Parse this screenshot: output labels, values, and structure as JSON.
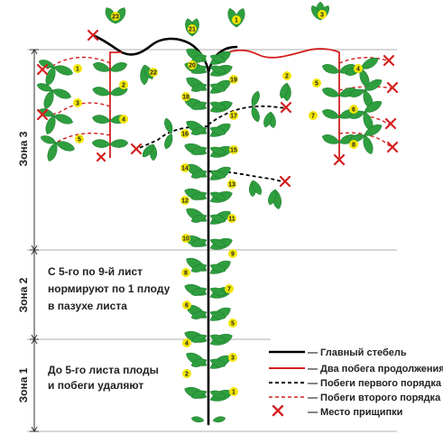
{
  "zones": [
    {
      "label": "Зона 3"
    },
    {
      "label": "Зона 2",
      "note_lines": [
        "С 5-го по 9-й лист",
        "нормируют по 1 плоду",
        "в пазухе листа"
      ]
    },
    {
      "label": "Зона 1",
      "note_lines": [
        "До 5-го листа плоды",
        "и побеги удаляют"
      ]
    }
  ],
  "legend": [
    {
      "text": "— Главный стебель",
      "style": "main"
    },
    {
      "text": "— Два побега продолжения",
      "style": "continuation"
    },
    {
      "text": "— Побеги первого порядка",
      "style": "first-order"
    },
    {
      "text": "— Побеги второго порядка",
      "style": "second-order"
    },
    {
      "text": "— Место прищипки",
      "style": "pinch"
    }
  ],
  "colors": {
    "leaf": "#2e9e3e",
    "leaf_dark": "#1f7a2e",
    "fruit": "#f2e600",
    "main_stem": "#000000",
    "continuation": "#d42020",
    "pinch": "#d42020",
    "grid": "#999999"
  },
  "fruit_numbers": {
    "main_stem": [
      "1",
      "2",
      "3",
      "4",
      "5",
      "6",
      "7",
      "8",
      "9",
      "10",
      "11",
      "12",
      "13",
      "14",
      "15",
      "16",
      "17",
      "18",
      "19",
      "20",
      "21"
    ],
    "top": [
      "23"
    ],
    "left_branch": [
      "2",
      "22"
    ],
    "right_branch": [
      "2",
      "3"
    ],
    "far_left": [
      "1",
      "3",
      "4",
      "5"
    ],
    "far_right": [
      "4",
      "5",
      "6",
      "7",
      "8"
    ]
  }
}
